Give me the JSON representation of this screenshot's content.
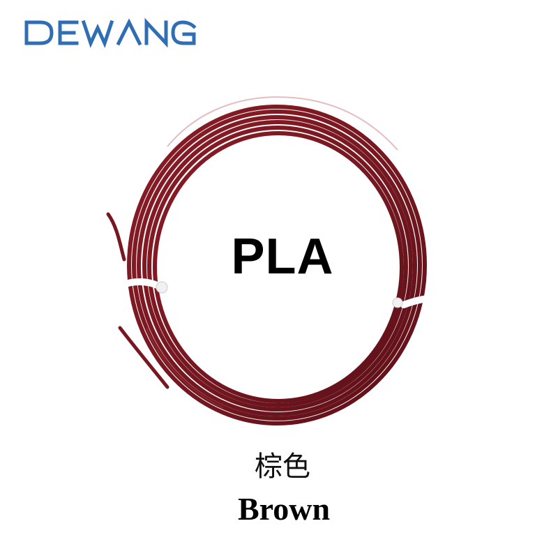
{
  "brand": {
    "logo_text": "DEWANG",
    "logo_color": "#2f6db5"
  },
  "product": {
    "material": "PLA",
    "color_name_cn": "棕色",
    "color_name_en": "Brown",
    "filament_color": "#7d1720",
    "tie_color": "#ffffff"
  },
  "icons": {
    "logo": "dewang-logo",
    "product_photo": "filament-coil"
  }
}
